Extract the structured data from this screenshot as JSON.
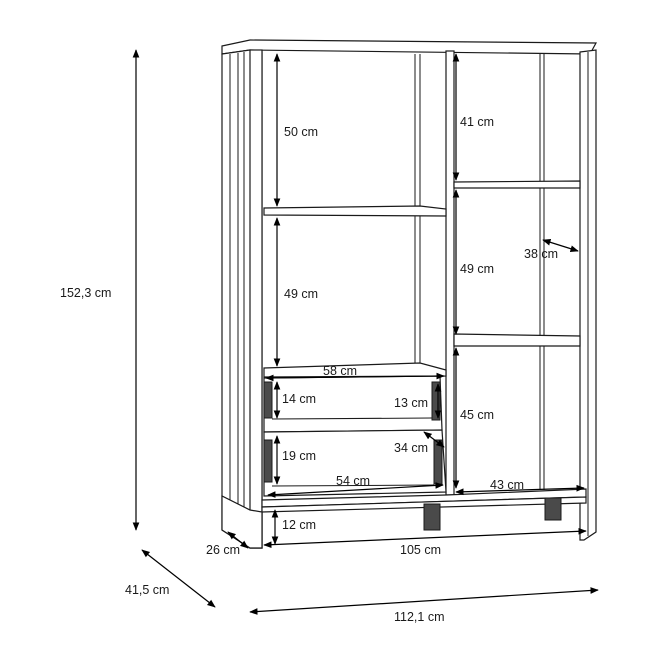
{
  "labels": {
    "height_total": "152,3 cm",
    "depth_total": "41,5 cm",
    "width_total": "112,1 cm",
    "width_inner": "105 cm",
    "depth_inner": "26 cm",
    "plinth": "12 cm",
    "left_shelf_top": "50 cm",
    "left_shelf_mid": "49 cm",
    "drawer_width": "58 cm",
    "drawer_top_h": "14 cm",
    "drawer_top_inner_h": "13 cm",
    "drawer_depth": "34 cm",
    "drawer_bottom_h": "19 cm",
    "drawer_inner_w": "54 cm",
    "right_shelf_top": "41 cm",
    "right_shelf_mid": "49 cm",
    "right_shelf_depth": "38 cm",
    "right_shelf_bottom": "45 cm",
    "right_inner_w": "43 cm"
  }
}
